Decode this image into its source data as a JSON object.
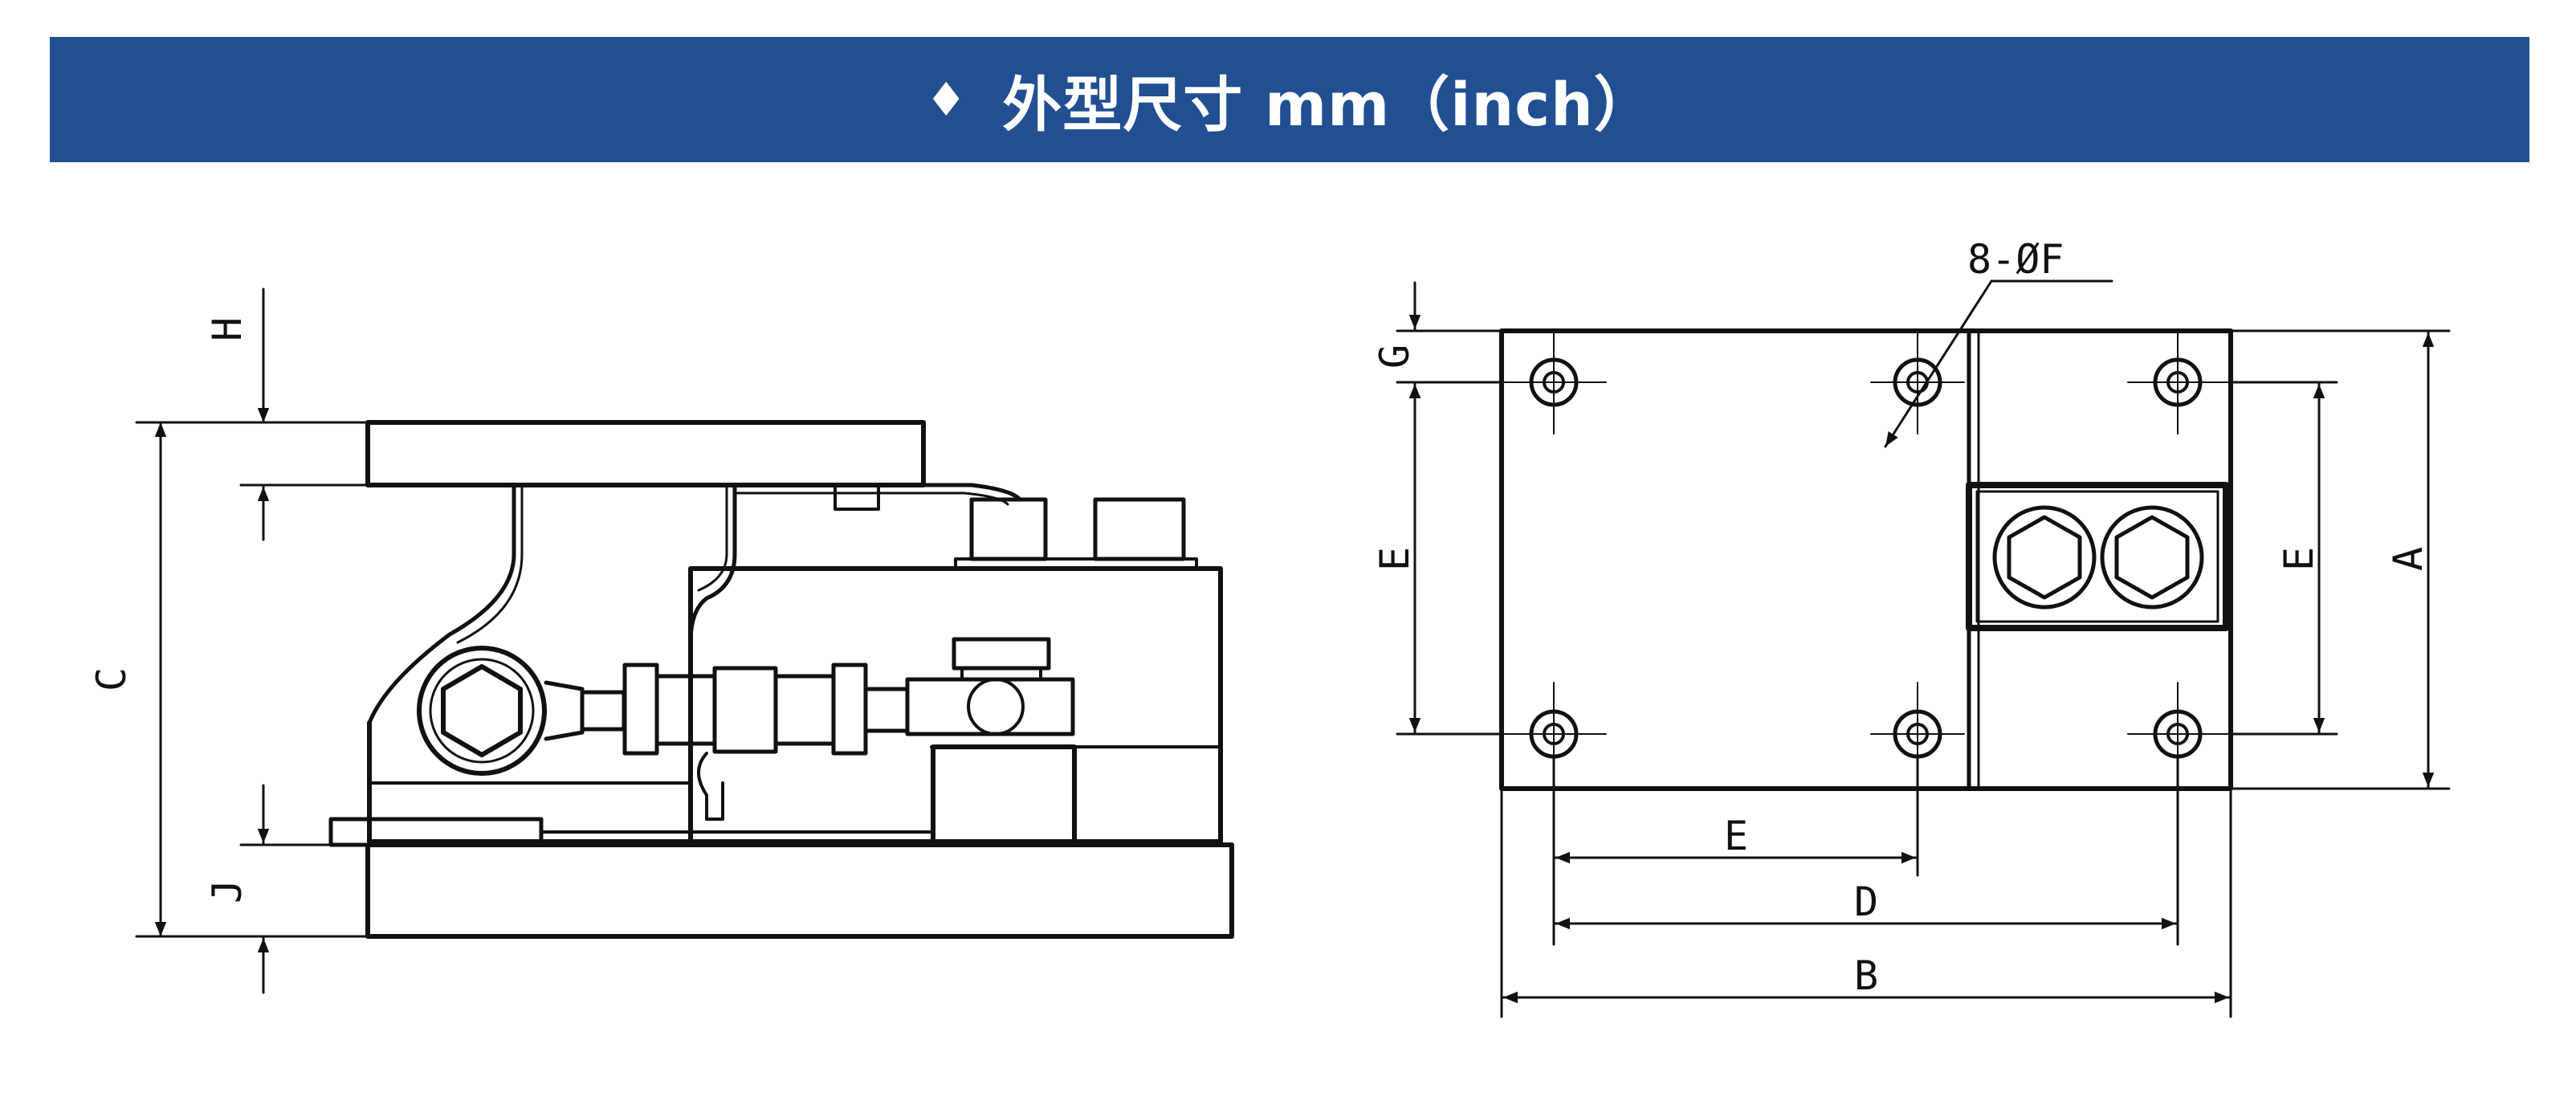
{
  "header": {
    "bullet": "♦",
    "title": "外型尺寸 mm（inch）",
    "background_color": "#214f92"
  },
  "side_view": {
    "labels": {
      "H": "H",
      "C": "C",
      "J": "J"
    }
  },
  "top_view": {
    "labels": {
      "G": "G",
      "E_left": "E",
      "E_right": "E",
      "A": "A",
      "E_bottom": "E",
      "D": "D",
      "B": "B",
      "holes": "8-ØF"
    }
  }
}
